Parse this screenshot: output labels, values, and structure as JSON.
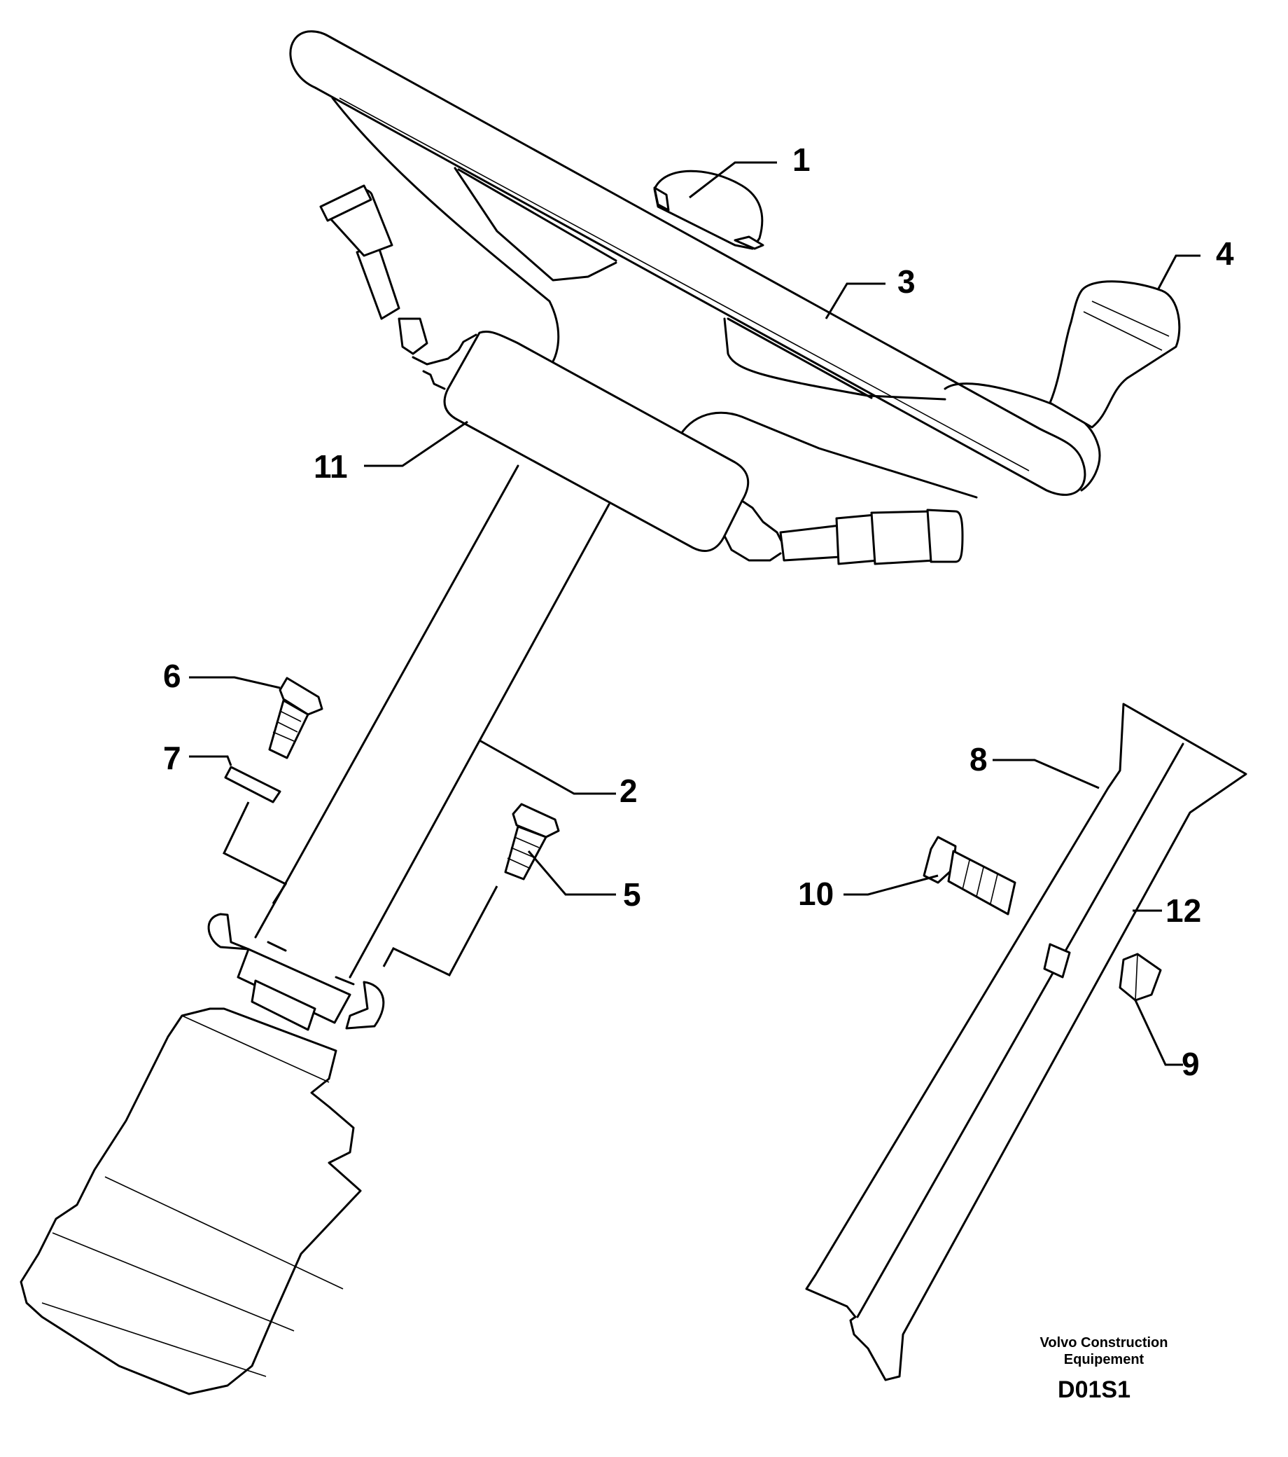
{
  "callouts": {
    "c1": "1",
    "c2": "2",
    "c3": "3",
    "c4": "4",
    "c5": "5",
    "c6": "6",
    "c7": "7",
    "c8": "8",
    "c9": "9",
    "c10": "10",
    "c11": "11",
    "c12": "12"
  },
  "footer": {
    "line1": "Volvo Construction",
    "line2": "Equipement",
    "code": "D01S1"
  }
}
